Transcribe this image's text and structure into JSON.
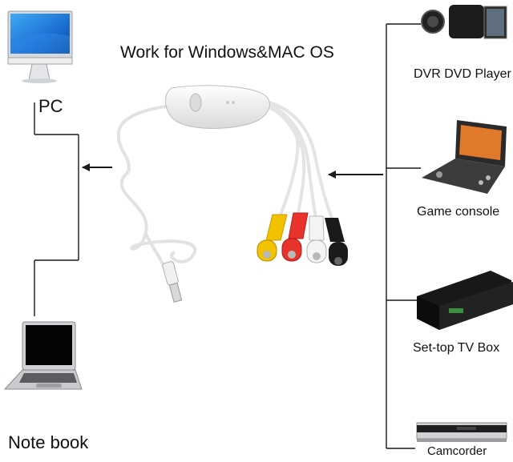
{
  "diagram": {
    "title": "Work for Windows&MAC OS",
    "left_devices": [
      {
        "label": "PC",
        "icon": "desktop-monitor-icon"
      },
      {
        "label": "Note book",
        "icon": "laptop-icon"
      }
    ],
    "right_devices": [
      {
        "label": "DVR DVD Player",
        "icon": "camcorder-icon"
      },
      {
        "label": "Game console",
        "icon": "handheld-console-icon"
      },
      {
        "label": "Set-top TV Box",
        "icon": "set-top-box-icon"
      },
      {
        "label": "Camcorder",
        "icon": "dvd-player-icon"
      }
    ],
    "cable": {
      "icon": "usb-video-capture-cable-icon",
      "connector_colors": [
        "#f2c200",
        "#e8332c",
        "#f4f4f4",
        "#1a1a1a"
      ]
    },
    "line_color": "#1a1a1a"
  }
}
